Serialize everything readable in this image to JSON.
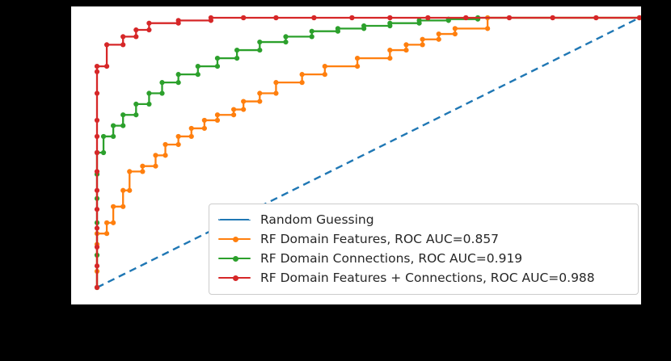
{
  "figure": {
    "background_color": "#000000",
    "panel_color": "#ffffff"
  },
  "legend": {
    "position": "lower right",
    "border_color": "#cccccc",
    "entries": [
      {
        "label": "Random Guessing",
        "color": "#1f77b4",
        "style": "dashed",
        "marker": false
      },
      {
        "label": "RF Domain Features, ROC AUC=0.857",
        "color": "#ff7f0e",
        "style": "solid",
        "marker": true
      },
      {
        "label": "RF Domain Connections, ROC AUC=0.919",
        "color": "#2ca02c",
        "style": "solid",
        "marker": true
      },
      {
        "label": "RF Domain Features + Connections, ROC AUC=0.988",
        "color": "#d62728",
        "style": "solid",
        "marker": true
      }
    ]
  },
  "chart_data": {
    "type": "line",
    "title": "",
    "xlabel": "",
    "ylabel": "",
    "xlim": [
      0,
      1
    ],
    "ylim": [
      0,
      1
    ],
    "grid": false,
    "legend_position": "lower right",
    "xticklabels": [],
    "yticklabels": [],
    "series": [
      {
        "name": "Random Guessing",
        "color": "#1f77b4",
        "linestyle": "dashed",
        "markers": false,
        "auc": null,
        "x": [
          0,
          1
        ],
        "y": [
          0,
          1
        ]
      },
      {
        "name": "RF Domain Features, ROC AUC=0.857",
        "color": "#ff7f0e",
        "linestyle": "solid",
        "markers": true,
        "auc": 0.857,
        "x": [
          0.0,
          0.0,
          0.0,
          0.0,
          0.0,
          0.018,
          0.018,
          0.03,
          0.03,
          0.048,
          0.048,
          0.06,
          0.06,
          0.084,
          0.084,
          0.108,
          0.108,
          0.126,
          0.126,
          0.15,
          0.15,
          0.174,
          0.174,
          0.198,
          0.198,
          0.222,
          0.222,
          0.252,
          0.252,
          0.27,
          0.27,
          0.3,
          0.3,
          0.33,
          0.33,
          0.378,
          0.378,
          0.42,
          0.42,
          0.48,
          0.48,
          0.54,
          0.54,
          0.57,
          0.57,
          0.6,
          0.6,
          0.63,
          0.63,
          0.66,
          0.66,
          0.72,
          0.72,
          1.0
        ],
        "y": [
          0.0,
          0.06,
          0.12,
          0.16,
          0.2,
          0.2,
          0.24,
          0.24,
          0.3,
          0.3,
          0.36,
          0.36,
          0.43,
          0.43,
          0.45,
          0.45,
          0.49,
          0.49,
          0.53,
          0.53,
          0.56,
          0.56,
          0.59,
          0.59,
          0.62,
          0.62,
          0.64,
          0.64,
          0.66,
          0.66,
          0.69,
          0.69,
          0.72,
          0.72,
          0.76,
          0.76,
          0.79,
          0.79,
          0.82,
          0.82,
          0.85,
          0.85,
          0.88,
          0.88,
          0.9,
          0.9,
          0.92,
          0.92,
          0.94,
          0.94,
          0.96,
          0.96,
          1.0,
          1.0
        ]
      },
      {
        "name": "RF Domain Connections, ROC AUC=0.919",
        "color": "#2ca02c",
        "linestyle": "solid",
        "markers": true,
        "auc": 0.919,
        "x": [
          0.0,
          0.0,
          0.0,
          0.0,
          0.0,
          0.0,
          0.012,
          0.012,
          0.03,
          0.03,
          0.048,
          0.048,
          0.072,
          0.072,
          0.096,
          0.096,
          0.12,
          0.12,
          0.15,
          0.15,
          0.186,
          0.186,
          0.222,
          0.222,
          0.258,
          0.258,
          0.3,
          0.3,
          0.348,
          0.348,
          0.396,
          0.396,
          0.444,
          0.444,
          0.492,
          0.492,
          0.54,
          0.54,
          0.594,
          0.594,
          0.648,
          0.648,
          0.702,
          0.702,
          1.0
        ],
        "y": [
          0.0,
          0.12,
          0.24,
          0.33,
          0.42,
          0.5,
          0.5,
          0.56,
          0.56,
          0.6,
          0.6,
          0.64,
          0.64,
          0.68,
          0.68,
          0.72,
          0.72,
          0.76,
          0.76,
          0.79,
          0.79,
          0.82,
          0.82,
          0.85,
          0.85,
          0.88,
          0.88,
          0.91,
          0.91,
          0.93,
          0.93,
          0.95,
          0.95,
          0.96,
          0.96,
          0.97,
          0.97,
          0.98,
          0.98,
          0.99,
          0.99,
          0.995,
          0.995,
          1.0,
          1.0
        ]
      },
      {
        "name": "RF Domain Features + Connections, ROC AUC=0.988",
        "color": "#d62728",
        "linestyle": "solid",
        "markers": true,
        "auc": 0.988,
        "x": [
          0.0,
          0.0,
          0.0,
          0.0,
          0.0,
          0.0,
          0.0,
          0.0,
          0.0,
          0.0,
          0.0,
          0.0,
          0.0,
          0.018,
          0.018,
          0.048,
          0.048,
          0.072,
          0.072,
          0.096,
          0.096,
          0.15,
          0.15,
          0.21,
          0.21,
          0.27,
          0.27,
          0.33,
          0.33,
          0.4,
          0.4,
          0.47,
          0.47,
          0.54,
          0.54,
          0.61,
          0.61,
          0.68,
          0.68,
          0.76,
          0.76,
          0.84,
          0.84,
          0.92,
          0.92,
          1.0
        ],
        "y": [
          0.0,
          0.08,
          0.15,
          0.22,
          0.29,
          0.36,
          0.43,
          0.5,
          0.56,
          0.62,
          0.72,
          0.8,
          0.82,
          0.82,
          0.9,
          0.9,
          0.93,
          0.93,
          0.955,
          0.955,
          0.98,
          0.98,
          0.99,
          0.99,
          1.0,
          1.0,
          1.0,
          1.0,
          1.0,
          1.0,
          1.0,
          1.0,
          1.0,
          1.0,
          1.0,
          1.0,
          1.0,
          1.0,
          1.0,
          1.0,
          1.0,
          1.0,
          1.0,
          1.0,
          1.0,
          1.0
        ]
      }
    ]
  }
}
